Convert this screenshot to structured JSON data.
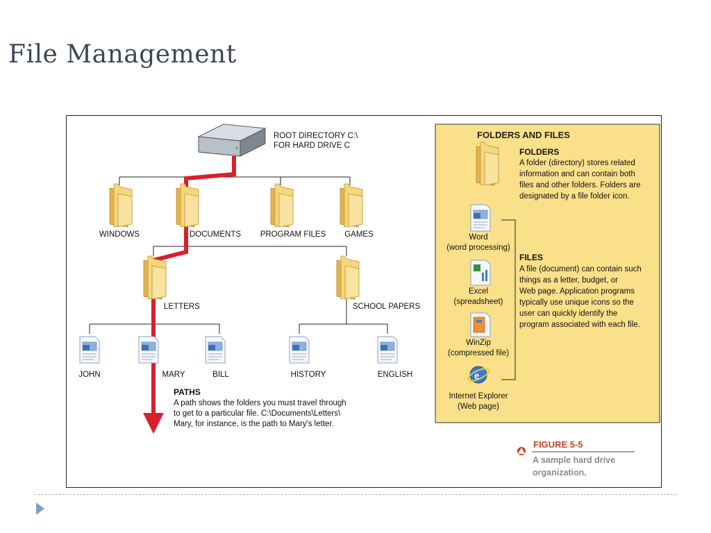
{
  "slide": {
    "title": "File Management"
  },
  "diagram": {
    "root_label_1": "ROOT DIRECTORY C:\\",
    "root_label_2": "FOR HARD DRIVE C",
    "folders": {
      "windows": "WINDOWS",
      "documents": "DOCUMENTS",
      "program_files": "PROGRAM FILES",
      "games": "GAMES",
      "letters": "LETTERS",
      "school_papers": "SCHOOL PAPERS"
    },
    "files": {
      "john": "JOHN",
      "mary": "MARY",
      "bill": "BILL",
      "history": "HISTORY",
      "english": "ENGLISH"
    },
    "paths": {
      "heading": "PATHS",
      "line1": "A path shows the folders you must travel through",
      "line2": "to get to a particular file. C:\\Documents\\Letters\\",
      "line3": "Mary, for instance, is the path to Mary's letter."
    },
    "panel": {
      "title": "FOLDERS AND FILES",
      "folders_heading": "FOLDERS",
      "folders_lines": [
        "A folder (directory) stores related",
        "information and can contain both",
        "files and other folders. Folders are",
        "designated by a file folder icon."
      ],
      "files_heading": "FILES",
      "files_lines": [
        "A file (document) can contain such",
        "things as a letter, budget, or",
        "Web page. Application programs",
        "typically use unique icons so the",
        "user can quickly identify the",
        "program associated with each file."
      ],
      "icons": [
        {
          "name": "Word",
          "desc": "(word processing)"
        },
        {
          "name": "Excel",
          "desc": "(spreadsheet)"
        },
        {
          "name": "WinZip",
          "desc": "(compressed file)"
        },
        {
          "name": "Internet Explorer",
          "desc": "(Web page)"
        }
      ]
    },
    "caption": {
      "figure": "FIGURE 5-5",
      "line1": "A sample hard drive",
      "line2": "organization."
    },
    "colors": {
      "path_red": "#d8202a",
      "panel_fill": "#fbe08a",
      "folder_yellow": "#f2cf6a"
    }
  }
}
